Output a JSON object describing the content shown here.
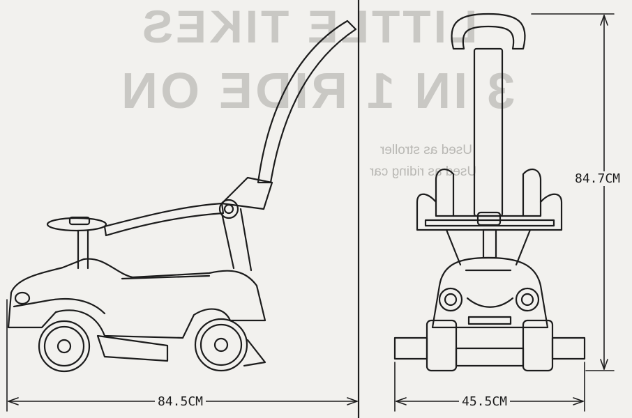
{
  "brand_title": "LITTLE TIKES",
  "product_title": "3 IN 1 RIDE ON",
  "features": [
    "Used as stroller",
    "Used as riding car"
  ],
  "dimensions": {
    "length": "84.5CM",
    "width": "45.5CM",
    "height": "84.7CM"
  },
  "colors": {
    "background": "#f2f1ee",
    "line": "#1c1c1c",
    "ghost": "#c9c8c4"
  }
}
